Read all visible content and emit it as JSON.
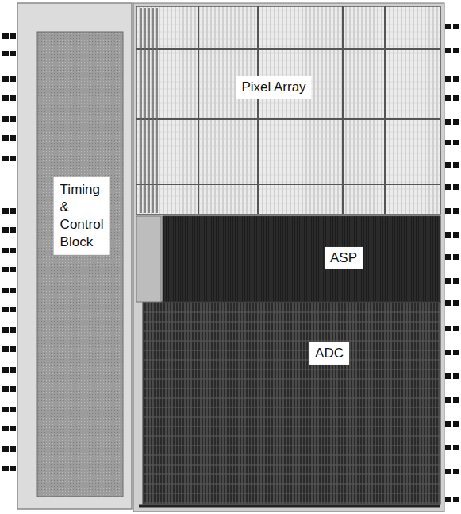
{
  "diagram": {
    "nodes": [
      {
        "text": [
          "Timing & Control Block"
        ]
      },
      {
        "text": [
          "Pixel Array"
        ]
      },
      {
        "text": [
          "ASP"
        ]
      },
      {
        "text": [
          "ADC"
        ]
      }
    ]
  }
}
